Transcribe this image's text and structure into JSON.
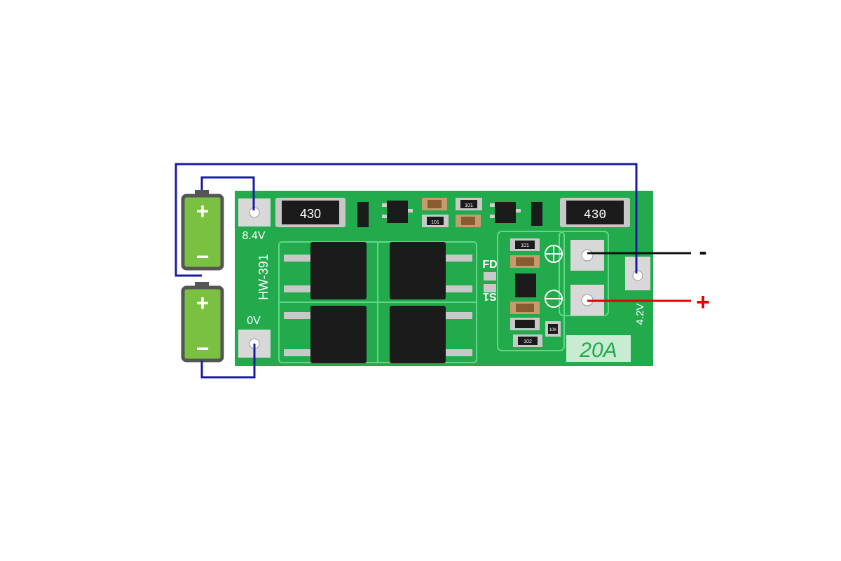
{
  "board": {
    "model": "HW-391",
    "rating": "20A",
    "resistor_left": "430",
    "resistor_right": "430",
    "pad_b_plus": "8.4V",
    "pad_b_minus": "0V",
    "pad_bm": "4.2V",
    "marking_fd": "FD",
    "marking_s1": "S1",
    "chip_101a": "101",
    "chip_101b": "101",
    "chip_101c": "101",
    "chip_102": "102",
    "chip_10k": "10K"
  },
  "batteries": [
    {
      "plus": "+",
      "minus": "−"
    },
    {
      "plus": "+",
      "minus": "−"
    }
  ],
  "outputs": {
    "negative": "-",
    "positive": "+"
  },
  "colors": {
    "board": "#1fa84a",
    "board_light": "#2fc25c",
    "battery_body": "#7ac142",
    "battery_border": "#555555",
    "wire_blue": "#1a1aa8",
    "wire_black": "#111111",
    "wire_red": "#e00000"
  }
}
